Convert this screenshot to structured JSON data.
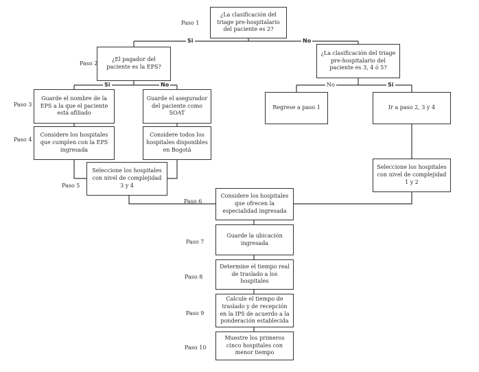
{
  "boxes": {
    "q_triage": "¿La clasificación del triage pre-hospitalario del paciente es 2?",
    "q_payer": "¿El pagador del paciente es la EPS?",
    "q_triage_345": "¿La clasificación del triage pre-hospitalario del paciente es 3, 4 ó 5?",
    "save_eps": "Guarde el nombre de la EPS a la que el paciente está afiliado",
    "save_insurer": "Guarde el asegurador del paciente como SOAT",
    "return_step1": "Regrese a paso 1",
    "goto_steps": "Ir a paso 2, 3 y 4",
    "consider_eps_hospitals": "Considere los hospitales que cumplen con la EPS ingresada",
    "consider_all_hospitals": "Considere todos los hospitales disponibles en Bogotá",
    "select_level34": "Seleccione los hospitales con nivel de complejidad 3 y 4",
    "select_level12": "Seleccione los hospitales con nivel de complejidad 1 y 2",
    "consider_specialty": "Considere los hospitales que ofrecen la especialidad ingresada",
    "save_location": "Guarde la ubicación ingresada",
    "determine_time": "Determine el tiempo real de traslado a los hospitales",
    "calculate_time": "Calcule el tiempo de traslado y de recepción en la IPS de acuerdo a la ponderación establecida",
    "show_hospitals": "Muestre los primeros cinco hospitales con menor tiempo"
  },
  "steps": {
    "s1": "Paso 1",
    "s2": "Paso 2",
    "s3": "Paso 3",
    "s4": "Paso 4",
    "s5": "Paso 5",
    "s6": "Paso 6",
    "s7": "Paso 7",
    "s8": "Paso 8",
    "s9": "Paso 9",
    "s10": "Paso 10"
  },
  "branch_labels": {
    "yes": "Si",
    "no": "No"
  }
}
